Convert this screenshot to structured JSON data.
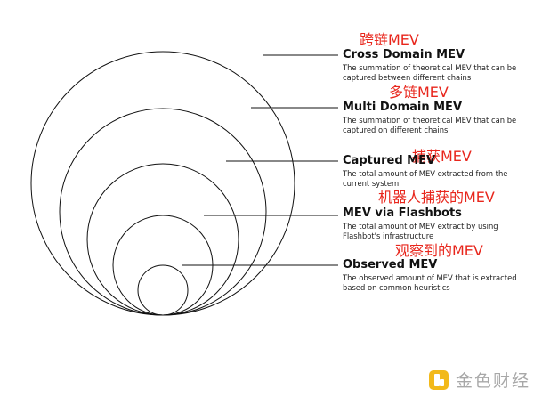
{
  "layers": [
    {
      "title": "Cross Domain MEV",
      "description": "The summation of theoretical MEV that can be captured between different chains",
      "translation": "跨链MEV"
    },
    {
      "title": "Multi Domain MEV",
      "description": "The summation of theoretical MEV that can be captured on different chains",
      "translation": "多链MEV"
    },
    {
      "title": "Captured MEV",
      "description": "The total amount of MEV extracted from the current system",
      "translation": "捕获MEV"
    },
    {
      "title": "MEV via Flashbots",
      "description": "The total amount of MEV extract by using Flashbot's infrastructure",
      "translation": "机器人捕获的MEV"
    },
    {
      "title": "Observed MEV",
      "description": "The observed amount of MEV that is extracted based on common heuristics",
      "translation": "观察到的MEV"
    }
  ],
  "watermark": {
    "text": "金色财经",
    "icon": "jinse-finance-logo"
  },
  "colors": {
    "annotation": "#e8261c",
    "stroke": "#111111",
    "watermark": "#a8a8a8",
    "logo": "#f2b91a"
  }
}
